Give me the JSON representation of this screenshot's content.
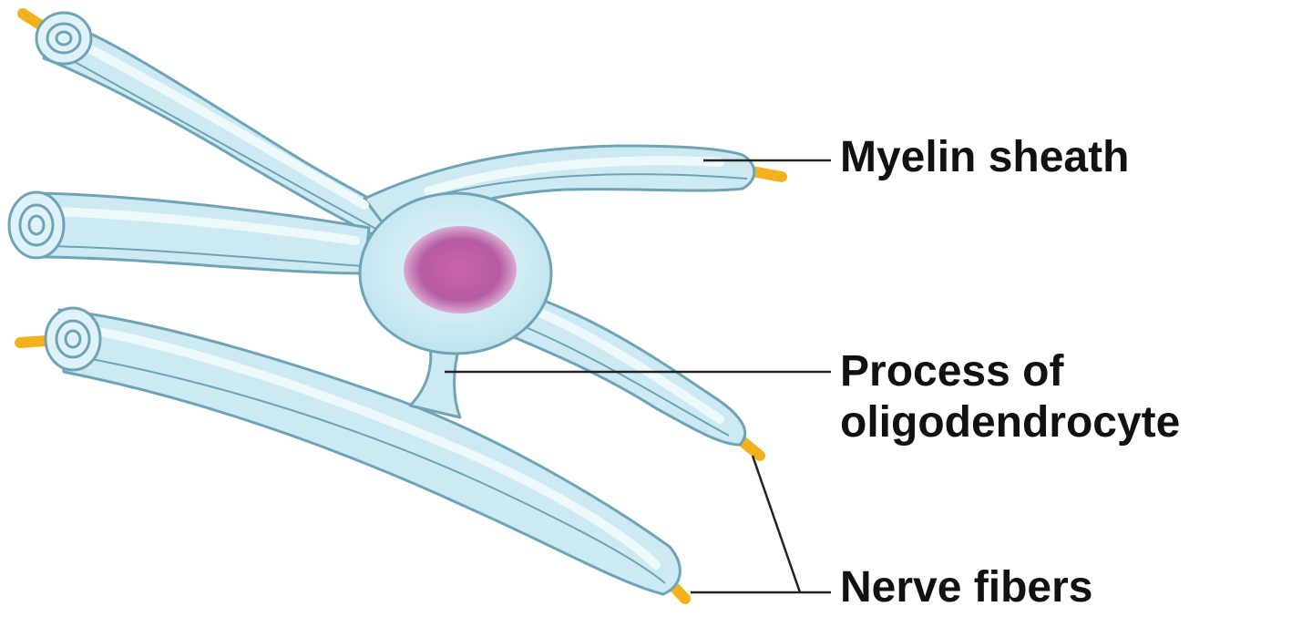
{
  "labels": {
    "myelin_sheath": "Myelin sheath",
    "process_line1": "Process of",
    "process_line2": "oligodendrocyte",
    "nerve_fibers": "Nerve fibers"
  },
  "colors": {
    "sheath_fill": "#cdeaf3",
    "sheath_highlight": "#eaf7fb",
    "sheath_outline": "#6fa3b5",
    "nerve_fiber": "#f2b21d",
    "nucleus": "#b24a98",
    "leader_line": "#222222",
    "text": "#111111"
  }
}
